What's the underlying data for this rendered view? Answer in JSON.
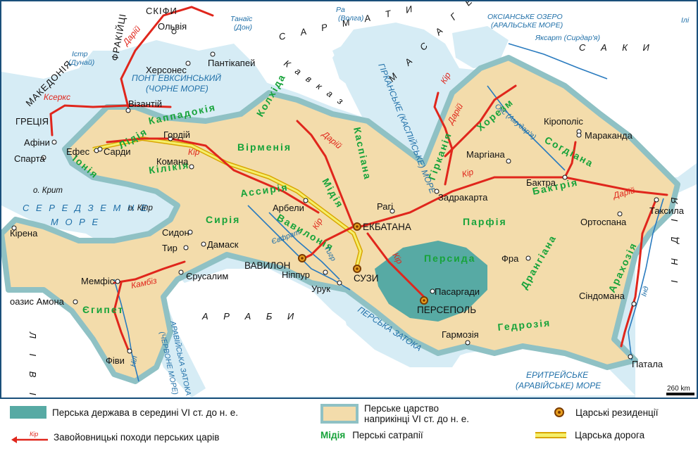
{
  "scale": {
    "label": "260 km"
  },
  "peoples": {
    "skify": "СКІФИ",
    "sarmaty": "С А Р М А Т И",
    "masagety": "М А С А Г Е Т И",
    "saky": "С А К И",
    "fraky": "ФРАКІЙЦІ",
    "makedonia": "МАКЕДОНІЯ",
    "hretsia": "ГРЕЦІЯ",
    "kavkaz": "К а в к а з",
    "araby": "А Р А Б И",
    "livia": "Л І В І Ї",
    "india": "І Н Д І Я"
  },
  "seas": {
    "pont": "ПОНТ ЕВКСИНСЬКИЙ",
    "pont2": "(ЧОРНЕ МОРЕ)",
    "caspian": "ГІРКАНСЬКЕ (КАСПІЙСЬКЕ) МОРЕ",
    "mediterranean1": "С Е Р Е Д З Е М Н Е",
    "mediterranean2": "М О Р Е",
    "persian_gulf": "ПЕРСЬКА ЗАТОКА",
    "red_sea": "АРАВІЙСЬКА ЗАТОКА",
    "red_sea2": "(ЧЕРВОНЕ МОРЕ)",
    "erythrean": "ЕРИТРЕЙСЬКЕ",
    "erythrean2": "(АРАВІЙСЬКЕ) МОРЕ",
    "aral": "ОКСІАНСЬКЕ ОЗЕРО",
    "aral2": "(АРАЛЬСЬКЕ МОРЕ)"
  },
  "rivers": {
    "istr": "Істр",
    "istr2": "(Дунай)",
    "tanais": "Танаїс",
    "tanais2": "(Дон)",
    "ra": "Ра",
    "ra2": "(Волга)",
    "yaksart": "Яксарт (Сирдар'я)",
    "ili": "Ілі",
    "oks": "Окс (Амудар'я)",
    "evfrat": "Євфрат",
    "tigr": "Тигр",
    "nil": "Ніл",
    "ind": "Інд"
  },
  "islands": {
    "krit": "о. Крит",
    "kipr": "о. Кіпр"
  },
  "satrapies": {
    "kappadokia": "Каппадокія",
    "lidia": "Лідія",
    "kilikia": "Кілікія",
    "vermenia": "Вірменія",
    "kolhida": "Колхіда",
    "kaspiana": "Каспіана",
    "midia": "Мідія",
    "assiria": "Ассирія",
    "siria": "Сирія",
    "vavilonia": "Вавилонія",
    "ionia": "Іонія",
    "egipet": "Єгипет",
    "parfia": "Парфія",
    "girkania": "Гірканія",
    "horezm": "Хорезм",
    "sogdiana": "Согдіана",
    "baktria": "Бактрія",
    "drangiana": "Дрангіана",
    "arahosia": "Арахозія",
    "gedrozia": "Гедрозія",
    "persida": "Персида"
  },
  "cities": {
    "olvia": "Ольвія",
    "hersones": "Херсонес",
    "pantikapei": "Пантікапей",
    "vizantiy": "Візантій",
    "gordiy": "Гордій",
    "afiny": "Афіни",
    "sparta": "Спарта",
    "efes": "Ефес",
    "sardy": "Сарди",
    "komana": "Комана",
    "kirena": "Кірена",
    "arbely": "Арбели",
    "sydon": "Сидон",
    "tyr": "Тир",
    "damask": "Дамаск",
    "memfis": "Мемфіс",
    "yerusalym": "Єрусалим",
    "amon": "оазис Амона",
    "fivy": "Фіви",
    "nippur": "Ніппур",
    "uruk": "Урук",
    "ragi": "Рагі",
    "zadrakarta": "Задракарта",
    "margiana": "Маргіана",
    "kiropolis": "Кірополіс",
    "marakanda": "Мараканда",
    "baktra": "Бактра",
    "taksila": "Таксила",
    "ortospana": "Ортоспана",
    "fra": "Фра",
    "sindomana": "Сіндомана",
    "patala": "Патала",
    "pasargady": "Пасаргади",
    "garmozia": "Гармозія"
  },
  "capitals": {
    "ekbatana": "ЕКБАТАНА",
    "vavilon": "ВАВИЛОН",
    "suzy": "СУЗИ",
    "persepol": "ПЕРСЕПОЛЬ"
  },
  "campaigns": {
    "darii": "Дарій",
    "kserks": "Ксеркс",
    "kir": "Кір",
    "kambiz": "Камбіз"
  },
  "legend": {
    "persian_mid6": "Перська держава в середині VI ст. до н. е.",
    "persian_end6_1": "Перське царство",
    "persian_end6_2": "наприкінці VI ст. до н. е.",
    "residences": "Царські резиденції",
    "campaigns": "Завойовницькі походи перських царів",
    "campaign_sample": "Кір",
    "satrapy_sample": "Мідія",
    "satrapies": "Перські сатрапії",
    "royal_road": "Царська дорога"
  },
  "colors": {
    "sea": "#d6ecf5",
    "land": "#ffffff",
    "empire_end": "#f3dcab",
    "empire_border": "#8fc1c4",
    "empire_mid": "#57aaa4",
    "campaign": "#e0261c",
    "satrapy": "#17a33a",
    "road": "#f5ef6a"
  }
}
